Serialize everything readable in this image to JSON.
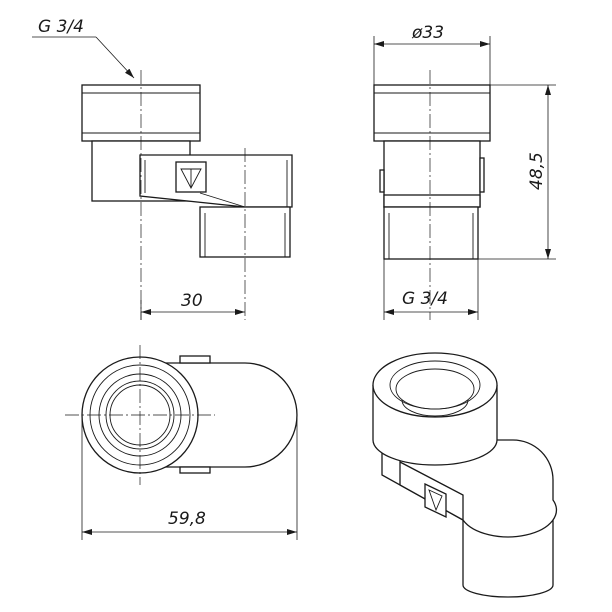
{
  "dimensions": {
    "thread_top": "G 3/4",
    "diameter": "ø33",
    "height": "48,5",
    "offset": "30",
    "thread_side": "G 3/4",
    "length": "59,8"
  },
  "colors": {
    "line": "#1a1a1a",
    "background": "#ffffff"
  },
  "icons": {
    "logo": "valve-logo-icon"
  }
}
